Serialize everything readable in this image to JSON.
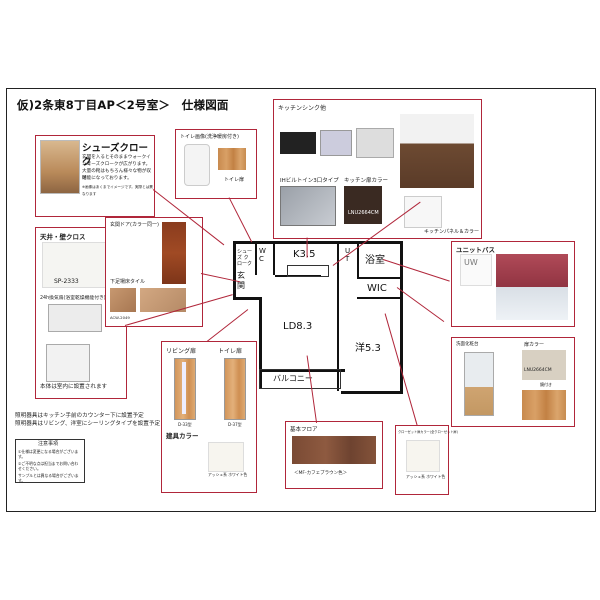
{
  "title": "仮)2条東8丁目AP＜2号室＞　仕様図面",
  "shoes": {
    "title": "シューズクローク",
    "desc": [
      "玄関を入るとそのままウォークインで",
      "シューズクロークが広がります。",
      "大量の靴はもちろん様々な物が収納",
      "可能になっております。"
    ],
    "note": "※画像はあくまでイメージです。実際とは異なります"
  },
  "toilet": {
    "caption": "トイレ画像(洗浄暖房付き)",
    "color_label": "トイレ扉"
  },
  "kitchen": {
    "title": "キッチンシンク他",
    "stove": "IHビルトイン3口タイプ",
    "door_color": "キッチン扉カラー",
    "code": "LNU2664CM",
    "panel": "キッチンパネル＆カラー"
  },
  "ceiling": {
    "title": "天井・壁クロス",
    "code": "SP-2333",
    "ventilator": "24h換気扇(浴室乾燥機能付き)",
    "intercom": "本体は室内に設置されます"
  },
  "entrance": {
    "door_label": "玄関ドア(カラー同一)",
    "tile_label": "下足場床タイル",
    "tile_code": "ACW-2049"
  },
  "bath": {
    "title": "ユニットバス",
    "code": "UW"
  },
  "vanity": {
    "title": "洗面化粧台",
    "door_color": "扉カラー",
    "code": "LNU2664CM",
    "mirror": "鏡付き"
  },
  "interior": {
    "living_door": "リビング扉",
    "toilet_door": "トイレ扉",
    "code1": "D-33型",
    "code2": "D-37型",
    "fittings": "建具カラー",
    "fittings_desc": "アッシュ系 ホワイト色"
  },
  "floor": {
    "title": "基本フロア",
    "desc": "＜MF-カフェブラウン色＞"
  },
  "closet": {
    "title": "クローゼット扉カラー(全クローゼット扉)",
    "desc": "アッシュ系 ホワイト色"
  },
  "plan": {
    "shoes_cl": "シューズ クローク",
    "wc": "W C",
    "kitchen": "K3.5",
    "ut": "U T",
    "bath": "浴室",
    "entrance": "玄関",
    "wic": "WIC",
    "ld": "LD8.3",
    "western": "洋5.3",
    "balcony": "バルコニー"
  },
  "footnote": [
    "照明器具はキッチン手前のカウンター下に設置予定",
    "照明器具はリビング、洋室にシーリングタイプを設置予定"
  ],
  "caution": {
    "title": "注意事項",
    "items": [
      "①仕様は変更になる場合がございます。",
      "②ご不明な点は担当までお問い合わせください。",
      "サンプルとは異なる場合がございます。"
    ]
  }
}
